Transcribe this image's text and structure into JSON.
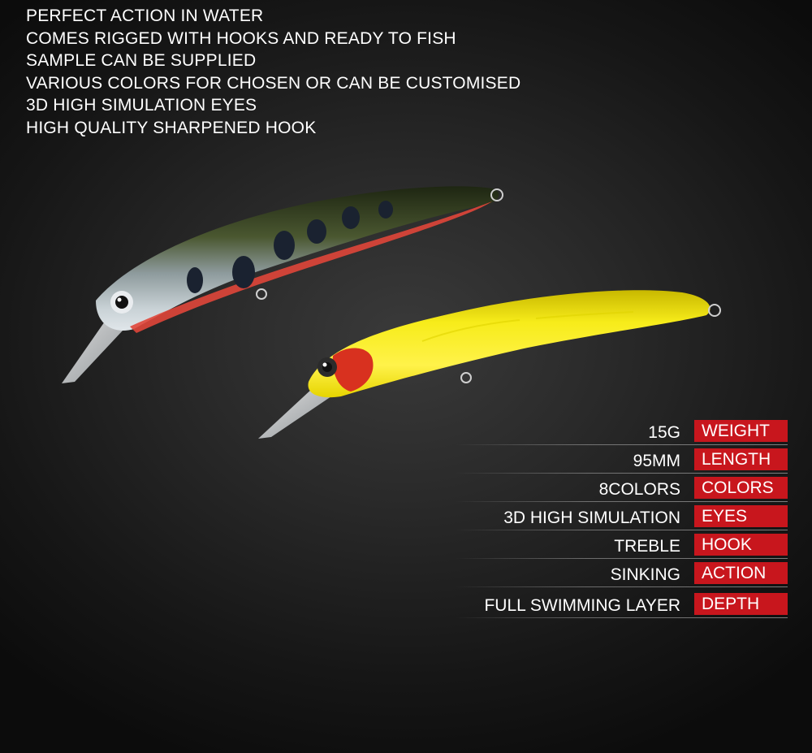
{
  "features": [
    "PERFECT ACTION IN WATER",
    "COMES RIGGED WITH HOOKS AND READY TO FISH",
    "SAMPLE CAN BE SUPPLIED",
    "VARIOUS COLORS FOR CHOSEN OR CAN BE CUSTOMISED",
    "3D HIGH SIMULATION EYES",
    "HIGH QUALITY SHARPENED HOOK"
  ],
  "specs": [
    {
      "value": "15G",
      "label": "WEIGHT"
    },
    {
      "value": "95MM",
      "label": "LENGTH"
    },
    {
      "value": "8COLORS",
      "label": "COLORS"
    },
    {
      "value": "3D HIGH SIMULATION",
      "label": "EYES"
    },
    {
      "value": "TREBLE",
      "label": "HOOK"
    },
    {
      "value": "SINKING",
      "label": "ACTION"
    },
    {
      "value": "FULL SWIMMING LAYER",
      "label": "DEPTH"
    }
  ],
  "colors": {
    "label_red": "#c8161d",
    "lure_dark_body": "#3d4a2a",
    "lure_yellow_body": "#f2e800"
  }
}
